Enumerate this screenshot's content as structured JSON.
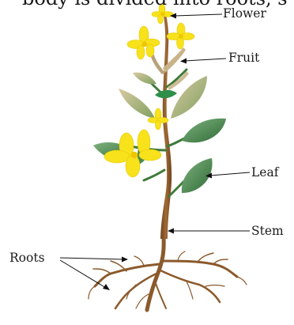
{
  "header_text": "body is divided into roots, s",
  "labels": {
    "flower": "Flower",
    "fruit": "Fruit",
    "leaf": "Leaf",
    "stem": "Stem",
    "roots": "Roots"
  },
  "colors": {
    "stem": "#8a5a2b",
    "root": "#8b5a2b",
    "leaf": "#3d7f43",
    "flower": "#f7e21c",
    "pointer": "#111111"
  }
}
